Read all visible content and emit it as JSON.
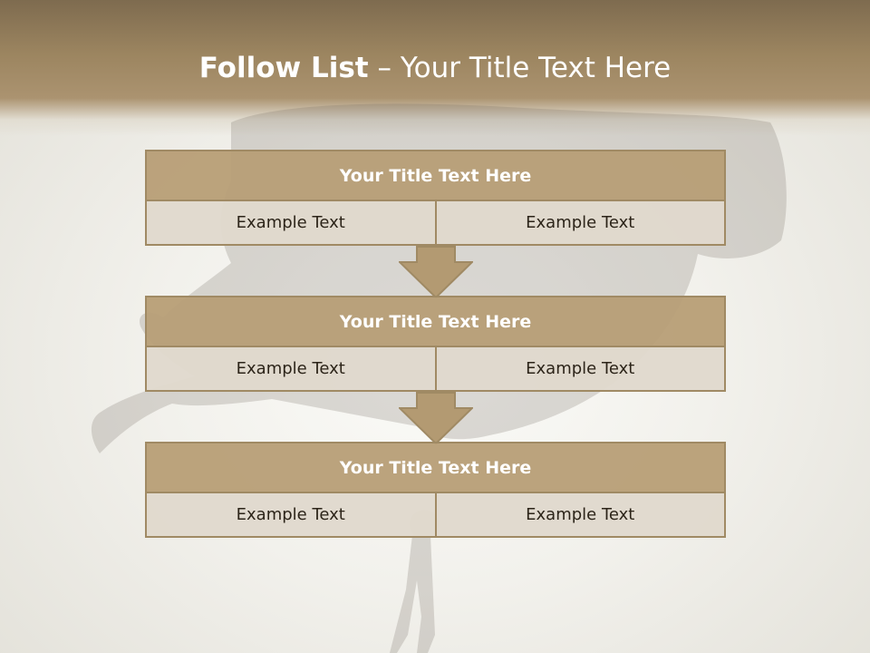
{
  "slide": {
    "title_bold": "Follow List",
    "title_rest": " – Your Title Text Here"
  },
  "blocks": [
    {
      "title": "Your Title Text Here",
      "left": "Example Text",
      "right": "Example Text"
    },
    {
      "title": "Your Title Text Here",
      "left": "Example Text",
      "right": "Example Text"
    },
    {
      "title": "Your Title Text Here",
      "left": "Example Text",
      "right": "Example Text"
    }
  ],
  "colors": {
    "header": "#9c8560",
    "block_title": "#b79e76",
    "block_cell": "#e0d8cd",
    "border": "#a08a64",
    "arrow": "#b39a72"
  }
}
